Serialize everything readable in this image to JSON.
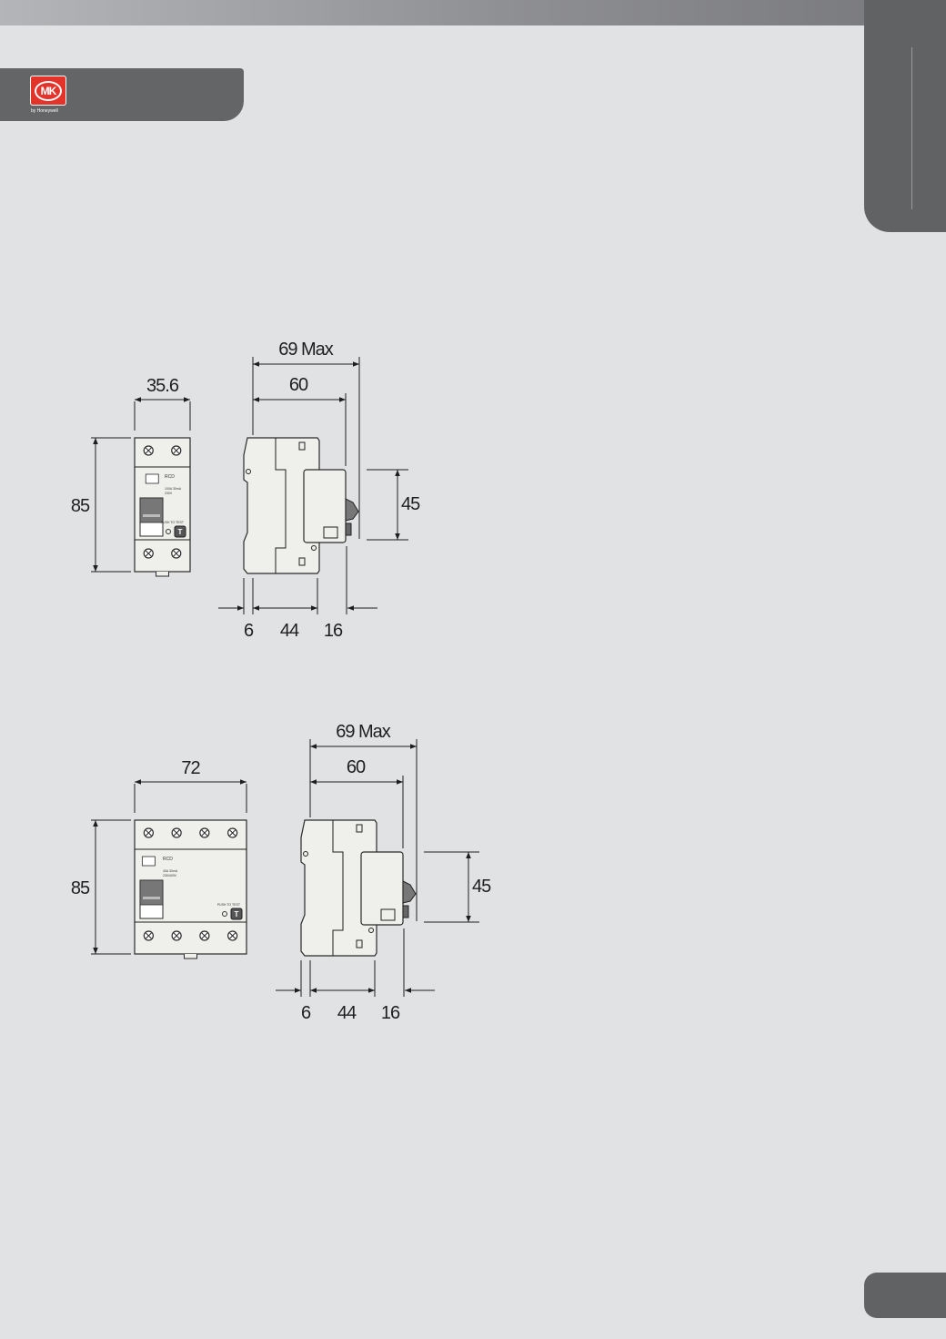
{
  "header": {
    "brand": "MK",
    "brand_subline": "by Honeywell"
  },
  "colors": {
    "background": "#e1e2e4",
    "bar": "#646567",
    "brand_red": "#e2342b"
  },
  "drawing_2pole": {
    "front": {
      "width": "35.6",
      "height": "85",
      "label_rcd": "RCD",
      "rating": "100A 30mA",
      "voltage": "230V",
      "test": "PUSH TO TEST",
      "test_button": "T"
    },
    "side": {
      "overall": "69 Max",
      "depth": "60",
      "front_height": "45",
      "rail_offset": "6",
      "body": "44",
      "front_projection": "16"
    }
  },
  "drawing_4pole": {
    "front": {
      "width": "72",
      "height": "85",
      "label_rcd": "RCD",
      "rating": "40A 30mA",
      "voltage": "230/400V",
      "test": "PUSH TO TEST",
      "test_button": "T"
    },
    "side": {
      "overall": "69 Max",
      "depth": "60",
      "front_height": "45",
      "rail_offset": "6",
      "body": "44",
      "front_projection": "16"
    }
  }
}
